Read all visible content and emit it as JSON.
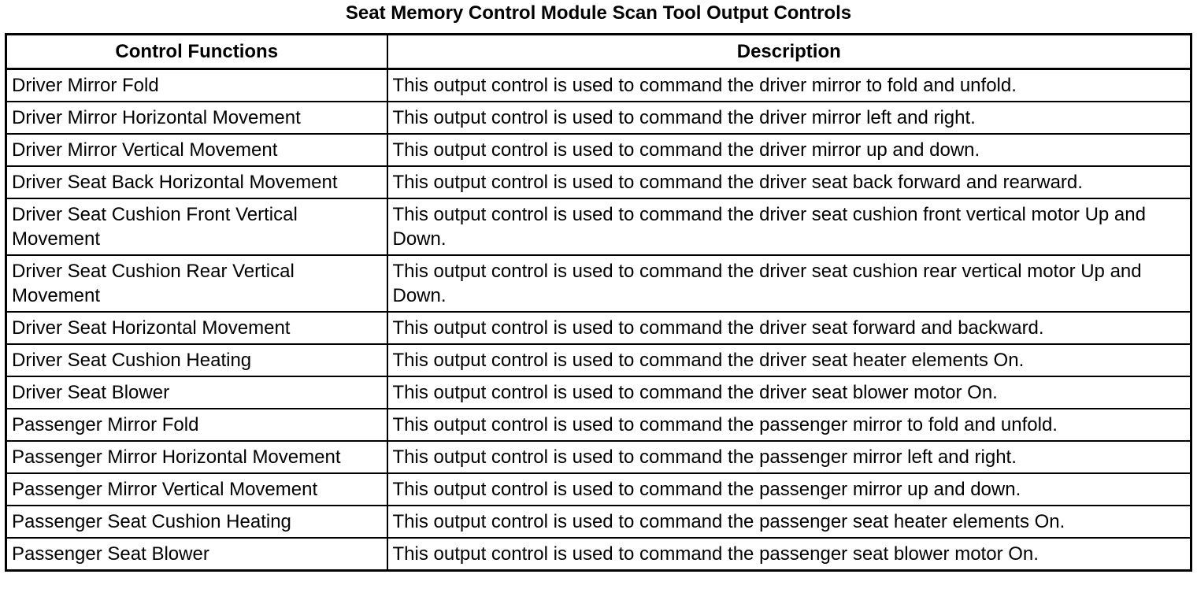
{
  "title": "Seat Memory Control Module Scan Tool Output Controls",
  "table": {
    "headers": {
      "control": "Control Functions",
      "description": "Description"
    },
    "rows": [
      {
        "control": "Driver Mirror Fold",
        "description": "This output control is used to command the driver mirror to fold and unfold."
      },
      {
        "control": "Driver Mirror Horizontal Movement",
        "description": "This output control is used to command the driver mirror left and right."
      },
      {
        "control": "Driver Mirror Vertical Movement",
        "description": "This output control is used to command the driver mirror up and down."
      },
      {
        "control": "Driver Seat Back Horizontal Movement",
        "description": "This output control is used to command the driver seat back forward and rearward."
      },
      {
        "control": "Driver Seat Cushion Front Vertical Movement",
        "description": "This output control is used to command the driver seat cushion front vertical motor Up and Down."
      },
      {
        "control": "Driver Seat Cushion Rear Vertical Movement",
        "description": "This output control is used to command the driver seat cushion rear vertical motor Up and Down."
      },
      {
        "control": "Driver Seat Horizontal Movement",
        "description": "This output control is used to command the driver seat forward and backward."
      },
      {
        "control": "Driver Seat Cushion Heating",
        "description": "This output control is used to command the driver seat heater elements On."
      },
      {
        "control": "Driver Seat Blower",
        "description": "This output control is used to command the driver seat blower motor On."
      },
      {
        "control": "Passenger Mirror Fold",
        "description": "This output control is used to command the passenger mirror to fold and unfold."
      },
      {
        "control": "Passenger Mirror Horizontal Movement",
        "description": "This output control is used to command the passenger mirror left and right."
      },
      {
        "control": "Passenger Mirror Vertical Movement",
        "description": "This output control is used to command the passenger mirror up and down."
      },
      {
        "control": "Passenger Seat Cushion Heating",
        "description": "This output control is used to command the passenger seat heater elements On."
      },
      {
        "control": "Passenger Seat Blower",
        "description": "This output control is used to command the passenger seat blower motor On."
      }
    ]
  }
}
